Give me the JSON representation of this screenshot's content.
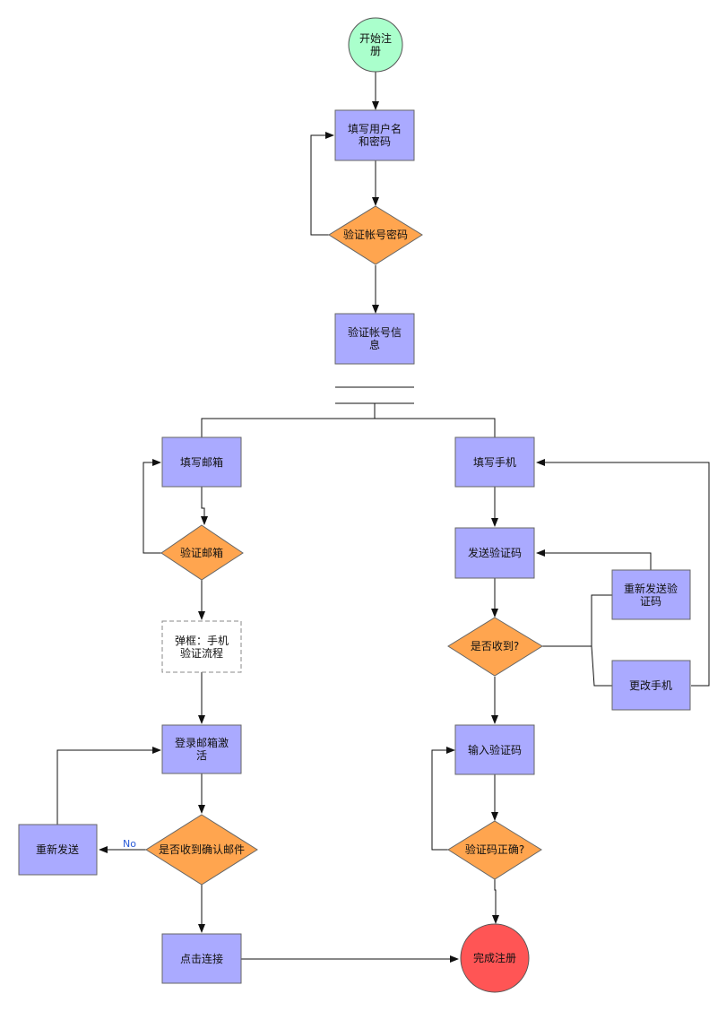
{
  "colors": {
    "process": "#aaaaff",
    "decision": "#ffa54f",
    "start": "#aaffcc",
    "end": "#ff5555",
    "line": "#111111",
    "label": "#2a5bd7"
  },
  "nodes": {
    "start": [
      "开始注",
      "册"
    ],
    "fill_user_pass": [
      "填写用户名",
      "和密码"
    ],
    "verify_account_pass": [
      "验证帐号密码"
    ],
    "verify_account_info": [
      "验证帐号信",
      "息"
    ],
    "fill_email": [
      "填写邮箱"
    ],
    "verify_email": [
      "验证邮箱"
    ],
    "popup_phone": [
      "弹框：手机",
      "验证流程"
    ],
    "login_email_activate": [
      "登录邮箱激",
      "活"
    ],
    "resend": [
      "重新发送"
    ],
    "received_confirm_email": [
      "是否收到确认邮件"
    ],
    "click_link": [
      "点击连接"
    ],
    "fill_phone": [
      "填写手机"
    ],
    "send_code": [
      "发送验证码"
    ],
    "resend_code": [
      "重新发送验",
      "证码"
    ],
    "received": [
      "是否收到?"
    ],
    "change_phone": [
      "更改手机"
    ],
    "input_code": [
      "输入验证码"
    ],
    "code_correct": [
      "验证码正确?"
    ],
    "finish": [
      "完成注册"
    ]
  },
  "edge_labels": {
    "no": "No"
  }
}
